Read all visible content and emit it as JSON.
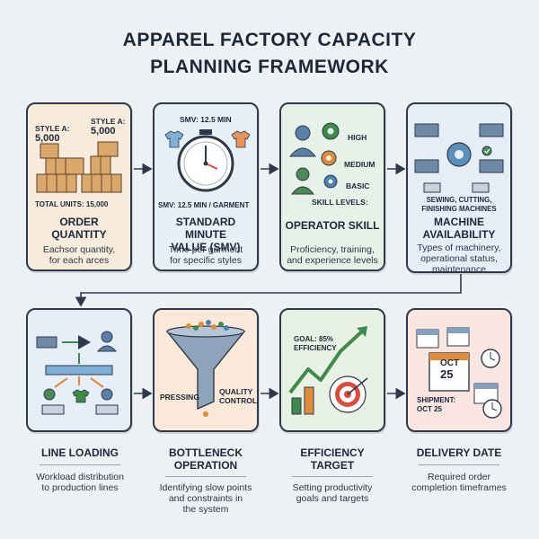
{
  "title_line1": "APPAREL FACTORY CAPACITY",
  "title_line2": "PLANNING FRAMEWORK",
  "order_quantity": {
    "style_a_left": "STYLE A:",
    "qty_left": "5,000",
    "style_a_right": "STYLE A:",
    "qty_right": "5,000",
    "total": "TOTAL UNITS: 15,000",
    "label_line1": "ORDER",
    "label_line2": "QUANTITY",
    "desc_line1": "Eachsor quantity,",
    "desc_line2": "for each arces"
  },
  "smv": {
    "top": "SMV: 12.5 MIN",
    "bottom": "SMV: 12.5 MIN / GARMENT",
    "label_line1": "STANDARD MINUTE",
    "label_line2": "VALUE (SMV)",
    "desc_line1": "Time per garment",
    "desc_line2": "for specific styles"
  },
  "operator": {
    "high": "HIGH",
    "medium": "MEDIUM",
    "basic": "BASIC",
    "skill_levels": "SKILL LEVELS:",
    "label": "OPERATOR SKILL",
    "desc_line1": "Proficiency, training,",
    "desc_line2": "and experience levels"
  },
  "machine": {
    "caption_line1": "SEWING, CUTTING,",
    "caption_line2": "FINISHING MACHINES",
    "label_line1": "MACHINE",
    "label_line2": "AVAILABILITY",
    "desc_line1": "Types of machinery,",
    "desc_line2": "operational status,",
    "desc_line3": "maintenance"
  },
  "line_loading": {
    "label": "LINE LOADING",
    "desc_line1": "Workload distribution",
    "desc_line2": "to production lines"
  },
  "bottleneck": {
    "pressing": "PRESSING",
    "quality_line1": "QUALITY",
    "quality_line2": "CONTROL",
    "label_line1": "BOTTLENECK",
    "label_line2": "OPERATION",
    "desc_line1": "Identifying slow points",
    "desc_line2": "and constraints in",
    "desc_line3": "the system"
  },
  "efficiency": {
    "goal_line1": "GOAL: 85%",
    "goal_line2": "EFFICIENCY",
    "label_line1": "EFFICIENCY",
    "label_line2": "TARGET",
    "desc_line1": "Setting productivity",
    "desc_line2": "goals and targets"
  },
  "delivery": {
    "cal_month": "OCT",
    "cal_day": "25",
    "shipment_line1": "SHIPMENT:",
    "shipment_line2": "OCT 25",
    "label": "DELIVERY DATE",
    "desc_line1": "Required order",
    "desc_line2": "completion timeframes"
  },
  "colors": {
    "card1": "#f7ecdc",
    "card2": "#e5f0f7",
    "card3": "#e6f2e8",
    "card4": "#e5eef6",
    "card5": "#e6eef8",
    "card6": "#fae8d8",
    "card7": "#e8f2e4",
    "card8": "#fae6e0",
    "accent_green": "#3f8a4a",
    "accent_orange": "#e08a3a",
    "accent_blue": "#4a7fb5"
  }
}
